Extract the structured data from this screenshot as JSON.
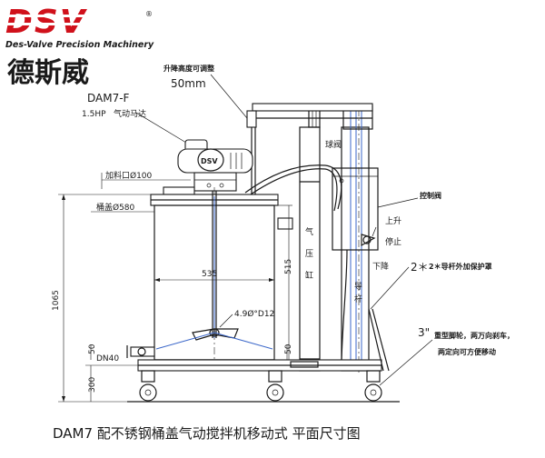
{
  "brand": {
    "logo_text": "DSV",
    "registered_mark": "®",
    "tagline": "Des-Valve Precision Machinery",
    "chinese_name": "德斯威",
    "accent_color": "#d0111b"
  },
  "annotations": {
    "lift_adjust": "升降高度可调整",
    "lift_value": "50mm",
    "model": "DAM7-F",
    "motor": "1.5HP",
    "motor_type": "气动马达",
    "motor_badge": "DSV",
    "inlet": "加料口Ø100",
    "barrel_dia": "桶盖Ø580",
    "ball_valve": "球阀",
    "control_valve": "控制阀",
    "up": "上升",
    "stop": "停止",
    "down": "下降",
    "cylinder": "气压缸",
    "guide_rod": "导杆",
    "guard": "2＊导杆外加保护罩",
    "wheel_size": "3\"",
    "wheel_note_1": "重型脚轮，两万向刹车，",
    "wheel_note_2": "两定向可方便移动",
    "drain": "DN40",
    "impeller": "4.9Ø°D12"
  },
  "dimensions": {
    "width_535": "535",
    "height_515": "515",
    "height_1065": "1065",
    "height_50a": "50",
    "height_50b": "50",
    "height_300": "300"
  },
  "caption": "DAM7 配不锈钢桶盖气动搅拌机移动式 平面尺寸图"
}
